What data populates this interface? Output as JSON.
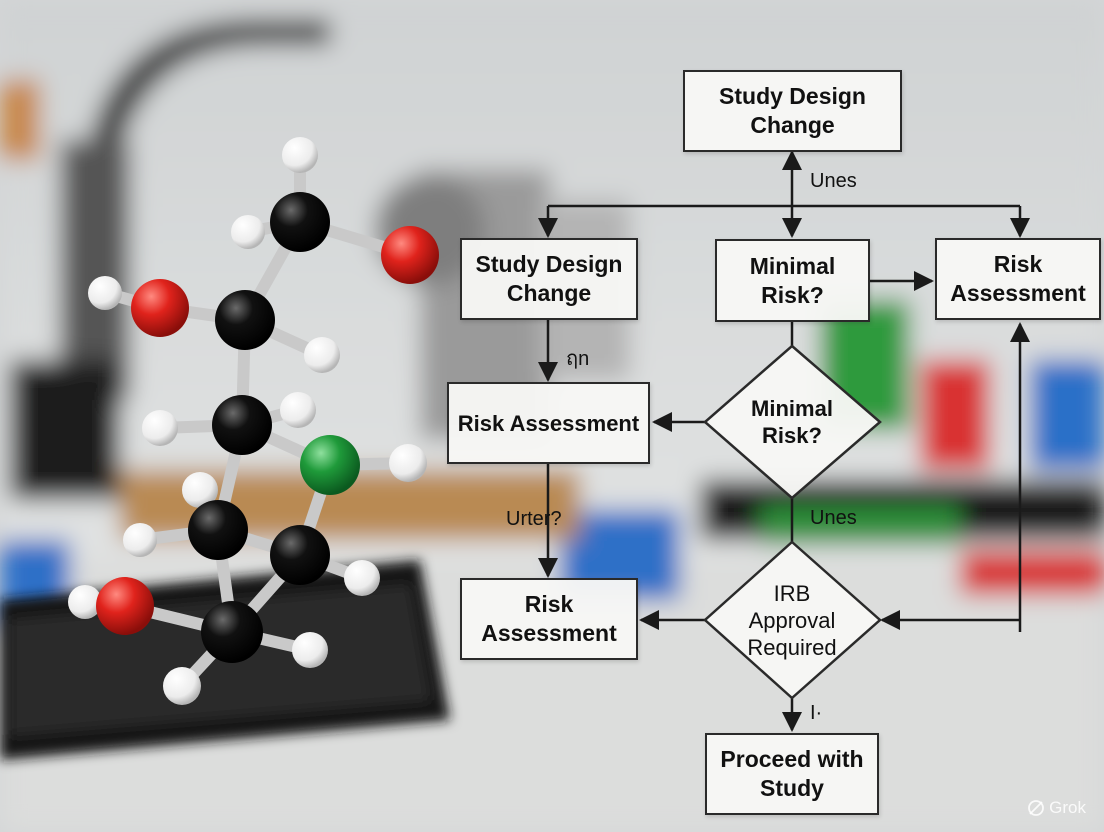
{
  "flowchart": {
    "top_box": [
      "Study Design",
      "Change"
    ],
    "left_box": [
      "Study Design",
      "Change"
    ],
    "middle_box": [
      "Minimal",
      "Risk?"
    ],
    "right_box": [
      "Risk",
      "Assessment"
    ],
    "risk_box_mid": "Risk Assessment",
    "diamond_one": [
      "Minimal",
      "Risk?"
    ],
    "risk_box_low": [
      "Risk",
      "Assessment"
    ],
    "diamond_two": [
      "IRB",
      "Approval",
      "Required"
    ],
    "final_box": [
      "Proceed with",
      "Study"
    ],
    "edge_labels": {
      "top": "Unes",
      "left_upper": "ฤn",
      "left_lower": "Urter?",
      "center": "Unes",
      "bottom": "I·"
    }
  },
  "watermark": "Grok",
  "colors": {
    "carbon": "#0d0d0d",
    "oxygen": "#e0231c",
    "nitrogen": "#1f9a3a",
    "hydrogen": "#f4f4f4",
    "bond": "#c9c9c9",
    "line": "#1a1a1a"
  },
  "icons": [
    "molecule-model-icon",
    "grok-logo-icon"
  ]
}
